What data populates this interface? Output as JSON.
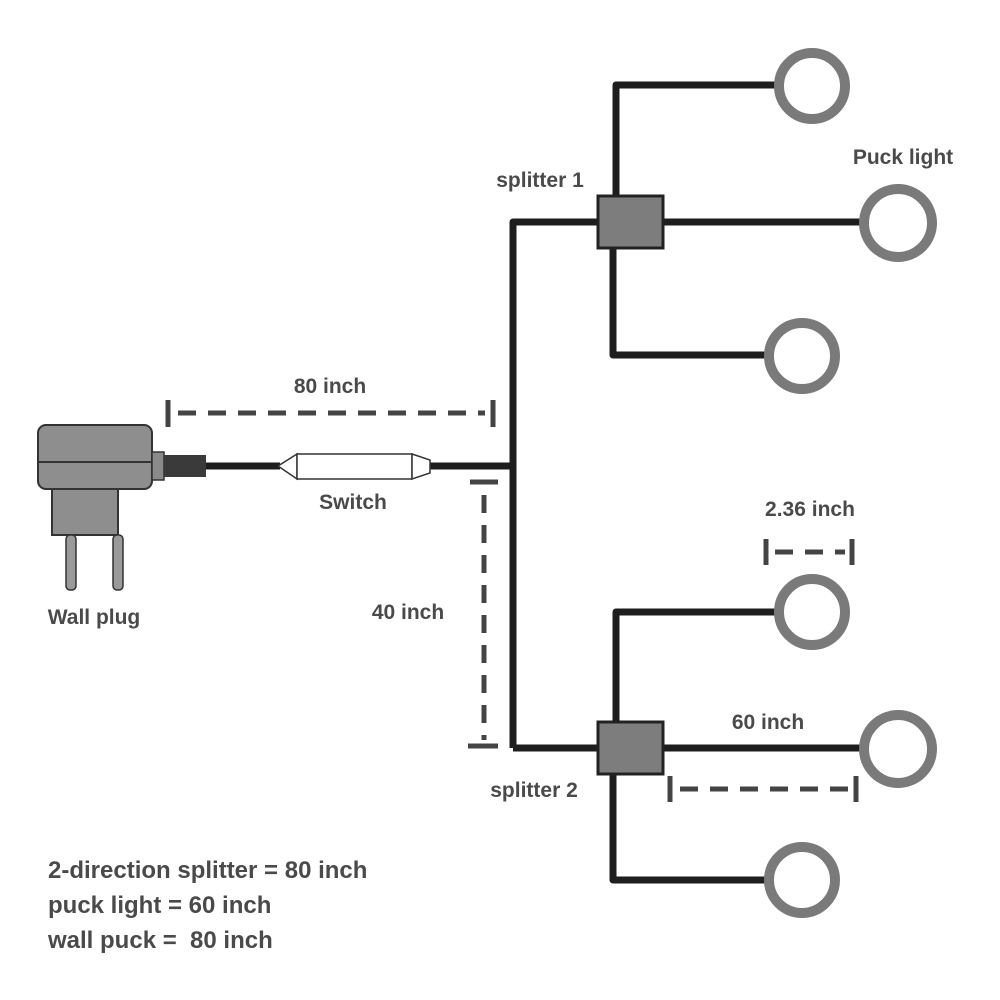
{
  "labels": {
    "wall_plug": "Wall plug",
    "switch": "Switch",
    "splitter_1": "splitter 1",
    "splitter_2": "splitter 2",
    "puck_light": "Puck light"
  },
  "dimensions": {
    "plug_to_junction": "80 inch",
    "junction_to_splitter2": "40 inch",
    "puck_diameter": "2.36 inch",
    "puck_cable": "60 inch"
  },
  "notes": [
    "2-direction splitter = 80 inch",
    "puck light = 60 inch",
    "wall puck =  80 inch"
  ],
  "colors": {
    "wire": "#1e1e1e",
    "puck_ring": "#7a7a7a",
    "splitter": "#7d7d7d",
    "text": "#4a4a4a"
  }
}
